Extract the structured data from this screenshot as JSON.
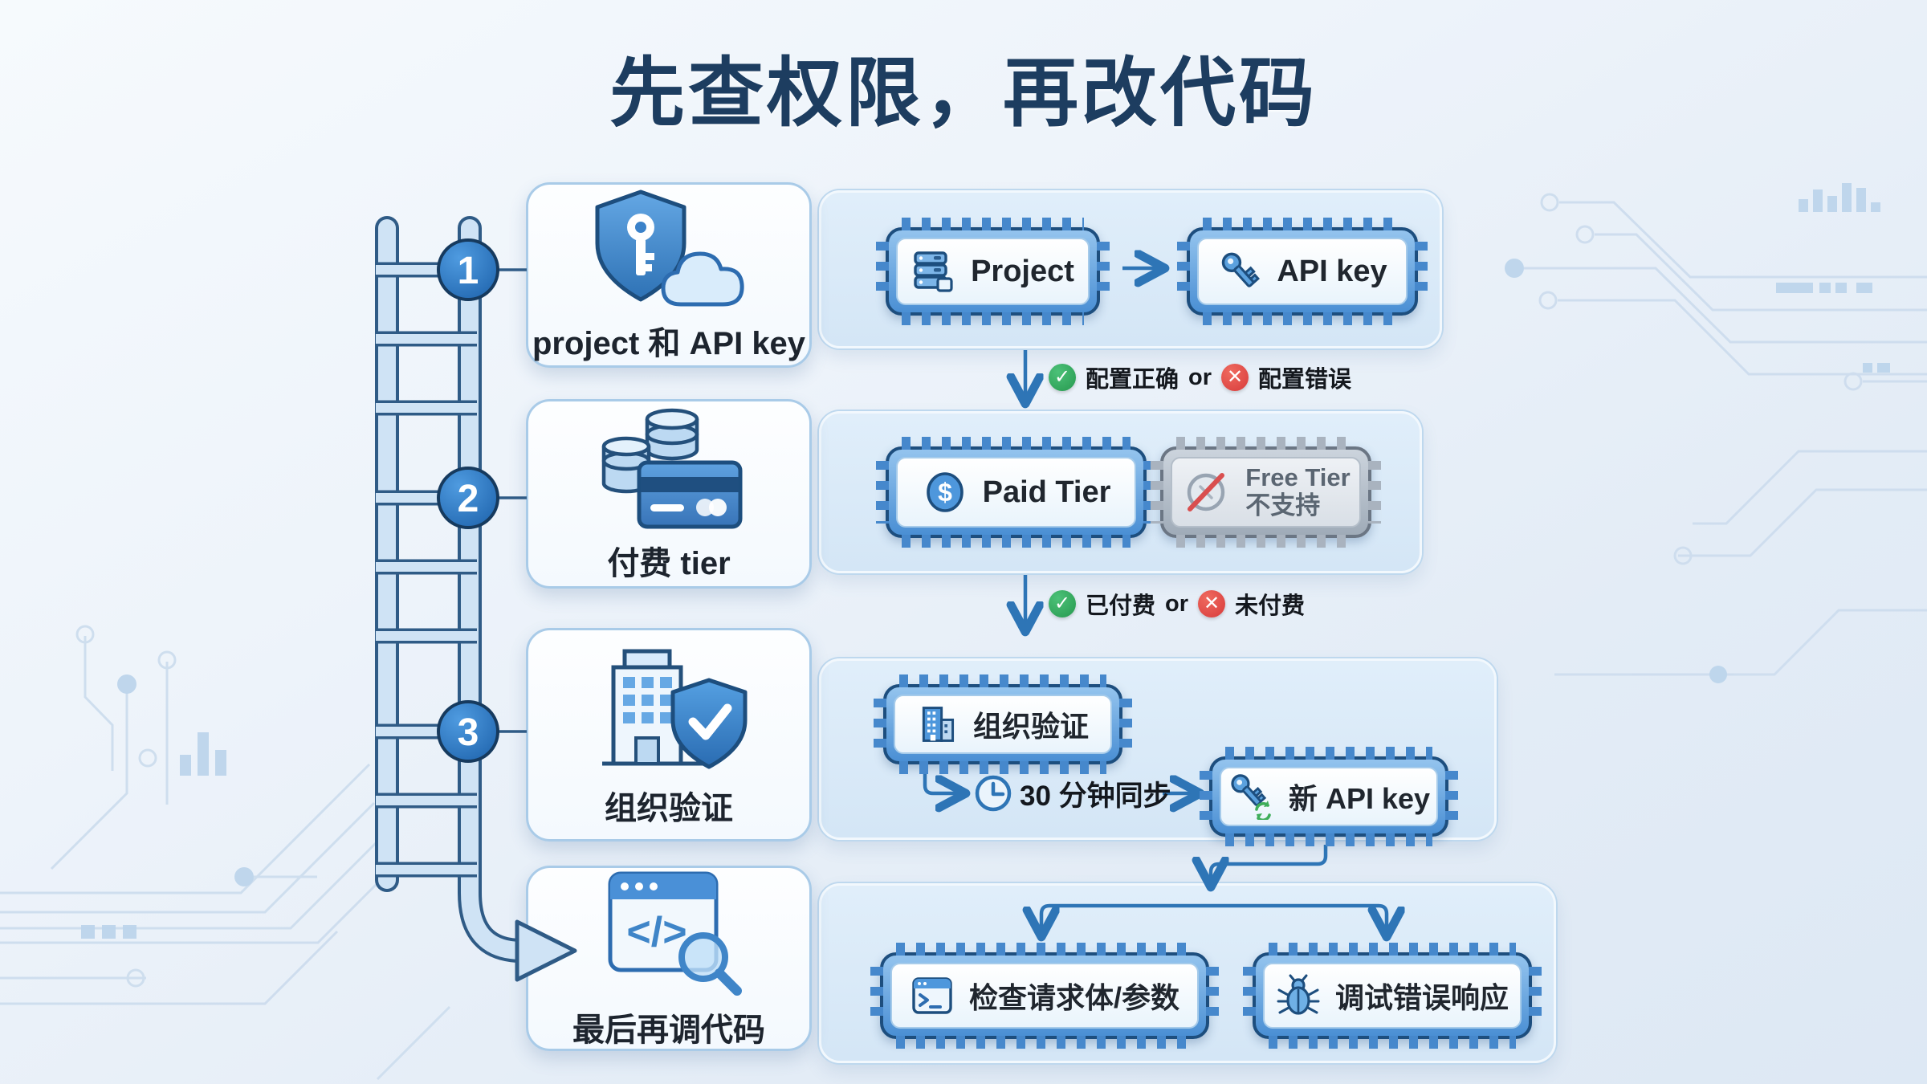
{
  "title": "先查权限，再改代码",
  "colors": {
    "accent": "#2e75b6",
    "success": "#2fa85c",
    "danger": "#d83b3b",
    "chip_blue": "#4a8fd4",
    "chip_gray": "#9fabb8",
    "title": "#1d3d60",
    "panel_bg": "#d4e6f6",
    "card_bg": "#fdfeff",
    "ladder": "#cfe3f5"
  },
  "icons": {
    "check": "✓",
    "cross": "✕"
  },
  "ladder": {
    "steps": [
      {
        "number": "1"
      },
      {
        "number": "2"
      },
      {
        "number": "3"
      }
    ]
  },
  "rows": [
    {
      "card": {
        "label": "project 和 API key",
        "icon": "shield-key-cloud"
      },
      "chips": [
        {
          "label": "Project",
          "icon": "server"
        },
        {
          "label": "API key",
          "icon": "key"
        }
      ],
      "status": {
        "ok_label": "配置正确",
        "or_label": "or",
        "fail_label": "配置错误"
      }
    },
    {
      "card": {
        "label": "付费 tier",
        "icon": "coins-credit-card"
      },
      "chips": [
        {
          "label": "Paid Tier",
          "icon": "dollar-coin",
          "icon_glyph": "$"
        },
        {
          "label": "Free Tier",
          "label_line2": "不支持",
          "icon": "blocked-circle"
        }
      ],
      "status": {
        "ok_label": "已付费",
        "or_label": "or",
        "fail_label": "未付费"
      }
    },
    {
      "card": {
        "label": "组织验证",
        "icon": "building-shield-check"
      },
      "chips": [
        {
          "label": "组织验证",
          "icon": "building"
        },
        {
          "label": "新 API key",
          "icon": "key-refresh"
        }
      ],
      "sync_label": "30 分钟同步"
    },
    {
      "card": {
        "label": "最后再调代码",
        "icon": "browser-code-magnifier",
        "icon_glyph": "</>"
      },
      "chips": [
        {
          "label": "检查请求体/参数",
          "icon": "terminal"
        },
        {
          "label": "调试错误响应",
          "icon": "bug"
        }
      ]
    }
  ]
}
